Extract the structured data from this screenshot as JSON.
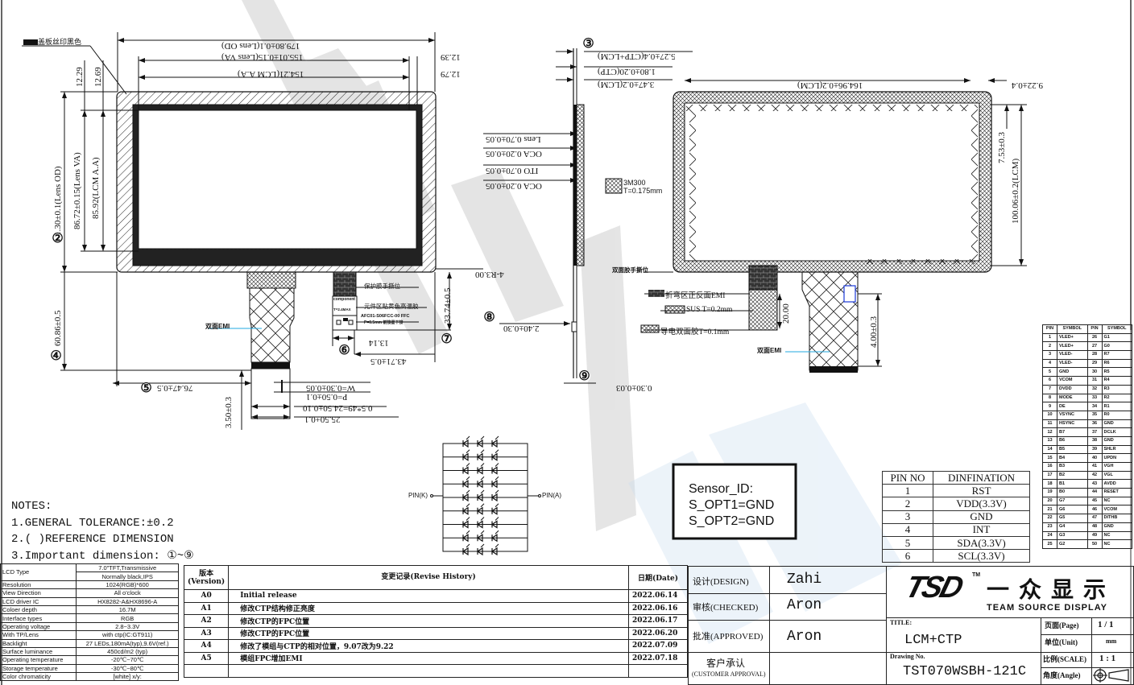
{
  "drawing": {
    "left_view": {
      "cover_label": "盖板丝印黑色",
      "dims_top": [
        "179.80±0.1(Lens OD)",
        "155.01±0.15(Lens VA)",
        "154.21(LCM A.A)",
        "12.39",
        "12.79"
      ],
      "dims_left_small": [
        "12.29",
        "12.69"
      ],
      "dim_lens_od_v": "111.30±0.1(Lens OD)",
      "dim_lens_va_v": "86.72±0.15(Lens VA)",
      "dim_lcm_aa_v": "85.92(LCM A.A)",
      "dim_fpc_len": "60.86±0.5",
      "dim_r": "4-R3.00",
      "dim_fpc_offset": "33.74±0.5",
      "dim_13_14": "13.14",
      "dim_43_71": "43.71±0.5",
      "dim_76_47": "76.47±0.5",
      "dim_3_50": "3.50±0.3",
      "dim_w": "W=0.30±0.05",
      "dim_p": "P=0.50±0.1",
      "dim_pitch": "0.5*49=24.50±0.10",
      "dim_25_50": "25.50±0.1",
      "emi_label": "双面EMI",
      "fpc_note_1": "保护膜手撕位",
      "fpc_note_2": "元件区贴黄色高温胶",
      "fpc_part": "AFC01-S06FCC-00 FFC",
      "fpc_part_2": "P=0.5mm 前接星下接",
      "component_label": "component",
      "component_sub": "T=2.4MAX",
      "markers": [
        "②",
        "④",
        "⑤",
        "⑥",
        "⑦"
      ]
    },
    "side_view": {
      "marker_top": "③",
      "marker_8": "⑧",
      "marker_9": "⑨",
      "dim_total": "5.27±0.4(CTP+LCM)",
      "dim_ctp": "1.80±0.20(CTP)",
      "dim_lcm": "3.47±0.2(LCM)",
      "layers": [
        "Lens 0.70±0.05",
        "OCA 0.20±0.05",
        "ITO 0.70±0.05",
        "OCA 0.20±0.05"
      ],
      "dim_2_40": "2.40±0.30",
      "dim_0_30": "0.30±0.03",
      "tape_label": "3M300",
      "tape_thickness": "T=0.175mm"
    },
    "right_view": {
      "dim_width": "164.96±0.2(LCM)",
      "dim_9_22": "9.22±0.4",
      "dim_7_53": "7.53±0.3",
      "dim_height": "100.06±0.2(LCM)",
      "dim_20": "20.00",
      "dim_4_00": "4.00±0.3",
      "label_tab": "双面胶手撕位",
      "legend_emi": "折弯区正反面EMI",
      "legend_sus": "SUS T=0.2mm",
      "legend_tape": "导电双面胶T=0.1mm",
      "emi_label": "双面EMI"
    },
    "led_circuit": {
      "pin_k": "PIN(K)",
      "pin_a": "PIN(A)",
      "rows": 9,
      "cols": 3
    },
    "sensor_box": {
      "line1": "Sensor_ID:",
      "line2": "S_OPT1=GND",
      "line3": "S_OPT2=GND"
    },
    "watermark": "TEAM SOURCE DISPLAY"
  },
  "notes": {
    "title": "NOTES:",
    "items": [
      "1.GENERAL TOLERANCE:±0.2",
      "2.(   )REFERENCE DIMENSION",
      "3.Important dimension: ①~⑨"
    ]
  },
  "spec_table": [
    {
      "label": "LCD Type",
      "value": "7.0\"TFT,Transmissive"
    },
    {
      "label": "",
      "value": "Normally black,IPS"
    },
    {
      "label": "Resolution",
      "value": "1024(RGB)*600"
    },
    {
      "label": "View Direction",
      "value": "All o'clock"
    },
    {
      "label": "LCD driver IC",
      "value": "HX8282-A&HX8696-A"
    },
    {
      "label": "Coloer depth",
      "value": "16.7M"
    },
    {
      "label": "Interface types",
      "value": "RGB"
    },
    {
      "label": "Operating voltage",
      "value": "2.8~3.3V"
    },
    {
      "label": "With TP/Lens",
      "value": "with ctp(IC:GT911)"
    },
    {
      "label": "Backlight",
      "value": "27 LEDs,180mA(typ),9.6V(ref.)"
    },
    {
      "label": "Surface luminance",
      "value": "450cd/m2  (typ)"
    },
    {
      "label": "Operating temperature",
      "value": "-20℃~70℃"
    },
    {
      "label": "Storage temperature",
      "value": "-30℃~80℃"
    },
    {
      "label": "Color chromaticity",
      "value": "[white] x/y:"
    }
  ],
  "lcd_pins": {
    "headers": [
      "PIN",
      "SYMBOL",
      "PIN",
      "SYMBOL"
    ],
    "rows": [
      [
        "1",
        "VLED+",
        "26",
        "G1"
      ],
      [
        "2",
        "VLED+",
        "27",
        "G0"
      ],
      [
        "3",
        "VLED-",
        "28",
        "R7"
      ],
      [
        "4",
        "VLED-",
        "29",
        "R6"
      ],
      [
        "5",
        "GND",
        "30",
        "R5"
      ],
      [
        "6",
        "VCOM",
        "31",
        "R4"
      ],
      [
        "7",
        "DVDD",
        "32",
        "R3"
      ],
      [
        "8",
        "MODE",
        "33",
        "R2"
      ],
      [
        "9",
        "DE",
        "34",
        "R1"
      ],
      [
        "10",
        "VSYNC",
        "35",
        "R0"
      ],
      [
        "11",
        "HSYNC",
        "36",
        "GND"
      ],
      [
        "12",
        "B7",
        "37",
        "DCLK"
      ],
      [
        "13",
        "B6",
        "38",
        "GND"
      ],
      [
        "14",
        "B5",
        "39",
        "SHLR"
      ],
      [
        "15",
        "B4",
        "40",
        "UPDN"
      ],
      [
        "16",
        "B3",
        "41",
        "VGH"
      ],
      [
        "17",
        "B2",
        "42",
        "VGL"
      ],
      [
        "18",
        "B1",
        "43",
        "AVDD"
      ],
      [
        "19",
        "B0",
        "44",
        "RESET"
      ],
      [
        "20",
        "G7",
        "45",
        "NC"
      ],
      [
        "21",
        "G6",
        "46",
        "VCOM"
      ],
      [
        "22",
        "G5",
        "47",
        "DITHB"
      ],
      [
        "23",
        "G4",
        "48",
        "GND"
      ],
      [
        "24",
        "G3",
        "49",
        "NC"
      ],
      [
        "25",
        "G2",
        "50",
        "NC"
      ]
    ]
  },
  "ctp_pins": {
    "headers": [
      "PIN NO",
      "DINFINATION"
    ],
    "rows": [
      [
        "1",
        "RST"
      ],
      [
        "2",
        "VDD(3.3V)"
      ],
      [
        "3",
        "GND"
      ],
      [
        "4",
        "INT"
      ],
      [
        "5",
        "SDA(3.3V)"
      ],
      [
        "6",
        "SCL(3.3V)"
      ]
    ]
  },
  "revision": {
    "headers": {
      "version": "版本\n(Version)",
      "history": "变更记录(Revise History)",
      "date": "日期(Date)"
    },
    "version_top": "版本",
    "version_bottom": "(Version)",
    "rows": [
      {
        "version": "A0",
        "change": "Initial release",
        "date": "2022.06.14"
      },
      {
        "version": "A1",
        "change": "修改CTP结构修正亮度",
        "date": "2022.06.16"
      },
      {
        "version": "A2",
        "change": "修改CTP的FPC位置",
        "date": "2022.06.17"
      },
      {
        "version": "A3",
        "change": "修改CTP的FPC位置",
        "date": "2022.06.20"
      },
      {
        "version": "A4",
        "change": "修改了模组与CTP的相对位置，9.07改为9.22",
        "date": "2022.07.09"
      },
      {
        "version": "A5",
        "change": "模组FPC增加EMI",
        "date": "2022.07.18"
      }
    ]
  },
  "title_block": {
    "design_label": "设计(DESIGN)",
    "design_value": "Zahi",
    "checked_label": "审核(CHECKED)",
    "checked_value": "Aron",
    "approved_label": "批准(APPROVED)",
    "approved_value": "Aron",
    "customer_label": "客户承认",
    "customer_sub": "(CUSTOMER APPROVAL)",
    "logo_mark": "TSD",
    "logo_tm": "TM",
    "logo_cn": "一众显示",
    "logo_en": "TEAM SOURCE DISPLAY",
    "title_label": "TITLE:",
    "title_value": "LCM+CTP",
    "drawing_no_label": "Drawing No.",
    "drawing_no_value": "TST070WSBH-121C",
    "page_label": "页面(Page)",
    "page_value": "1 / 1",
    "unit_label": "单位(Unit)",
    "unit_value": "mm",
    "scale_label": "比例(SCALE)",
    "scale_value": "1 : 1",
    "angle_label": "角度(Angle)"
  }
}
